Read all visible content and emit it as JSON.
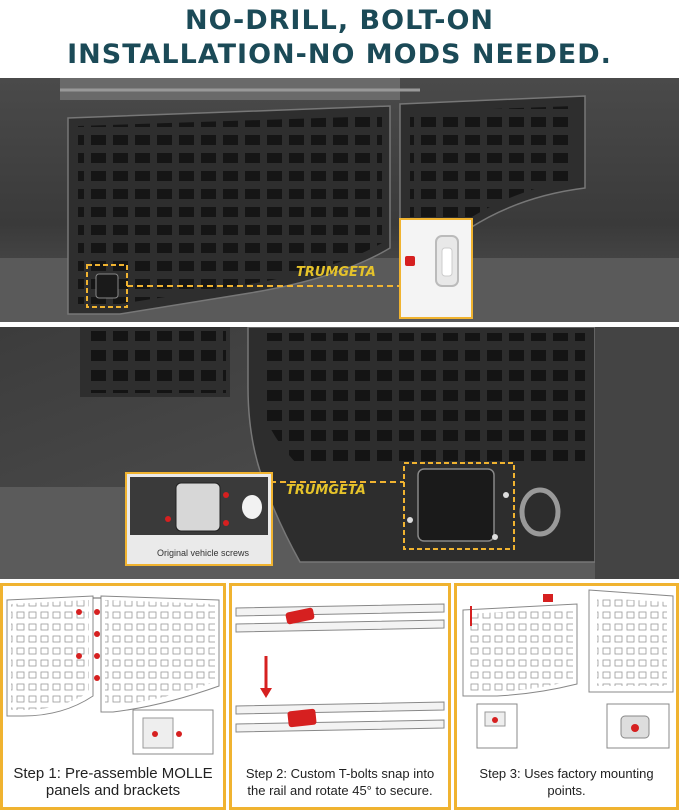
{
  "headline": {
    "line1": "NO-DRILL, BOLT-ON",
    "line2": "INSTALLATION-NO MODS NEEDED."
  },
  "photos": {
    "top": {
      "brand": "TRUMGETA"
    },
    "middle": {
      "brand": "TRUMGETA",
      "inset_caption": "Original vehicle screws"
    }
  },
  "steps": [
    {
      "label": "Step 1: Pre-assemble MOLLE panels and brackets"
    },
    {
      "label": "Step 2: Custom T-bolts snap into the rail and rotate 45° to secure."
    },
    {
      "label": "Step 3: Uses factory mounting points."
    }
  ],
  "colors": {
    "headline": "#1b4a57",
    "accent_border": "#f0b330",
    "brand_yellow": "#e6c32a",
    "bolt_red": "#d62020"
  }
}
